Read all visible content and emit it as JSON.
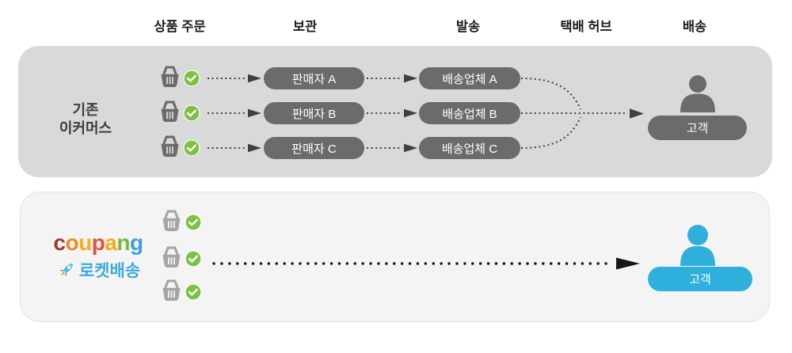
{
  "header": {
    "columns": [
      "상품 주문",
      "보관",
      "발송",
      "택배 허브",
      "배송"
    ]
  },
  "traditional": {
    "section_label": [
      "기존",
      "이커머스"
    ],
    "sellers": [
      "판매자 A",
      "판매자 B",
      "판매자 C"
    ],
    "carriers": [
      "배송업체 A",
      "배송업체 B",
      "배송업체 C"
    ],
    "customer": "고객"
  },
  "coupang": {
    "brand_letters": [
      {
        "ch": "c",
        "color": "#9e3a2a"
      },
      {
        "ch": "o",
        "color": "#ec8a28"
      },
      {
        "ch": "u",
        "color": "#f4b01e"
      },
      {
        "ch": "p",
        "color": "#e8503a"
      },
      {
        "ch": "a",
        "color": "#f4a81d"
      },
      {
        "ch": "n",
        "color": "#7ab540"
      },
      {
        "ch": "g",
        "color": "#3aa2db"
      }
    ],
    "service_name": "로켓배송",
    "customer": "고객"
  },
  "icons": {
    "basket": "shopping-basket-icon",
    "check": "check-circle-icon",
    "person": "person-icon",
    "rocket": "rocket-icon"
  },
  "colors": {
    "traditional_box": "#d9d9d9",
    "coupang_box": "#f4f4f4",
    "node_gray": "#6b6b6b",
    "accent_blue": "#2fb0dc",
    "check_green": "#7cc142",
    "basket_dark": "#6a6a6a",
    "basket_light": "#a5a5a5",
    "rocket_text_blue": "#3fa9de",
    "arrow_dark": "#3f3f3f"
  }
}
